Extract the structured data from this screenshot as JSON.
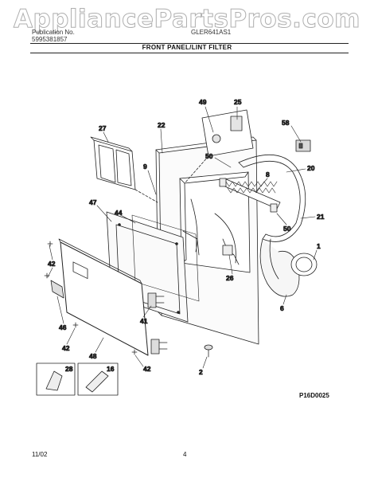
{
  "watermark": "AppliancePartsPros.com",
  "header": {
    "line1_left": "Publication No.",
    "line2_left": "5995381857",
    "model": "GLER641AS1",
    "section_title": "FRONT PANEL/LINT FILTER"
  },
  "footer": {
    "diagram_code": "P16D0025",
    "date": "11/02",
    "page": "4"
  },
  "callouts": {
    "c49": "49",
    "c25": "25",
    "c58": "58",
    "c27": "27",
    "c22": "22",
    "c9": "9",
    "c50a": "50",
    "c8": "8",
    "c20": "20",
    "c47": "47",
    "c44": "44",
    "c21": "21",
    "c50b": "50",
    "c1": "1",
    "c42a": "42",
    "c26": "26",
    "c6": "6",
    "c41": "41",
    "c46": "46",
    "c42b": "42",
    "c48": "48",
    "c42c": "42",
    "c2": "2",
    "c28": "28",
    "c16": "16"
  }
}
